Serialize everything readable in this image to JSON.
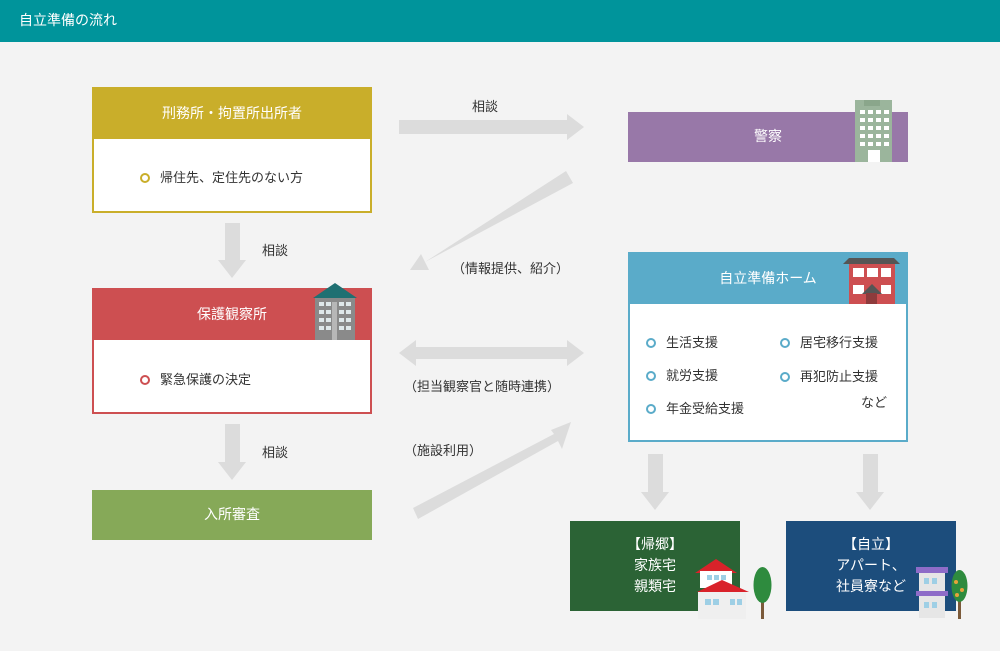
{
  "header": {
    "title": "自立準備の流れ"
  },
  "prison": {
    "title": "刑務所・拘置所出所者",
    "bullet": "帰住先、定住先のない方"
  },
  "probation": {
    "title": "保護観察所",
    "bullet": "緊急保護の決定"
  },
  "admission": {
    "title": "入所審査"
  },
  "police": {
    "title": "警察"
  },
  "home": {
    "title": "自立準備ホーム",
    "services_left": [
      "生活支援",
      "就労支援",
      "年金受給支援"
    ],
    "services_right": [
      "居宅移行支援",
      "再犯防止支援"
    ],
    "services_note": "など"
  },
  "return_home": {
    "line1": "【帰郷】",
    "line2": "家族宅",
    "line3": "親類宅"
  },
  "independent": {
    "line1": "【自立】",
    "line2": "アパート、",
    "line3": "社員寮など"
  },
  "labels": {
    "consult_top": "相談",
    "consult_1": "相談",
    "consult_2": "相談",
    "info": "（情報提供、紹介）",
    "coordinate": "（担当観察官と随時連携）",
    "facility": "（施設利用）"
  },
  "colors": {
    "header": "#00949b",
    "prison": "#c9ae2a",
    "probation": "#cd4f51",
    "admission": "#86a958",
    "police": "#9878a8",
    "home": "#5aabc9",
    "return_home": "#2b6335",
    "independent": "#1c4d7c",
    "arrow": "#dcdcdc"
  }
}
